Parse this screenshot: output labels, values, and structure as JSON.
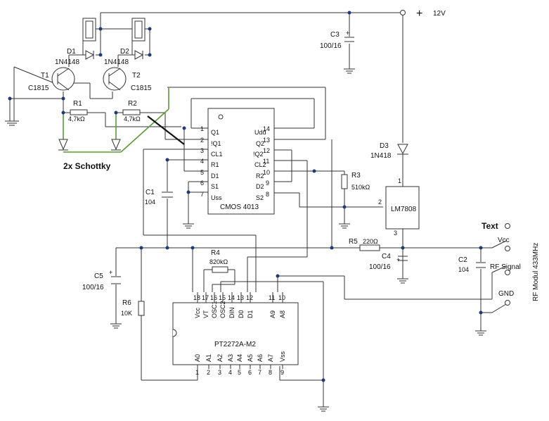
{
  "supply": {
    "plus": "+",
    "label": "12V"
  },
  "components": {
    "d1": {
      "ref": "D1",
      "part": "1N4148"
    },
    "d2": {
      "ref": "D2",
      "part": "1N4148"
    },
    "t1": {
      "ref": "T1",
      "part": "C1815"
    },
    "t2": {
      "ref": "T2",
      "part": "C1815"
    },
    "r1": {
      "ref": "R1",
      "value": "4,7kΩ"
    },
    "r2": {
      "ref": "R2",
      "value": "4,7kΩ"
    },
    "r3": {
      "ref": "R3",
      "value": "510kΩ"
    },
    "r4": {
      "ref": "R4",
      "value": "820kΩ"
    },
    "r5": {
      "ref": "R5",
      "value": "220Ω"
    },
    "r6": {
      "ref": "R6",
      "value": "10K"
    },
    "c1": {
      "ref": "C1",
      "value": "104"
    },
    "c2": {
      "ref": "C2",
      "value": "104"
    },
    "c3": {
      "ref": "C3",
      "value": "100/16"
    },
    "c4": {
      "ref": "C4",
      "value": "100/16"
    },
    "c5": {
      "ref": "C5",
      "value": "100/16"
    },
    "d3": {
      "ref": "D3",
      "part": "1N418"
    },
    "schottky": {
      "label": "2x Schottky"
    }
  },
  "cmos": {
    "name": "CMOS 4013",
    "left_pins": [
      {
        "num": "1",
        "name": "Q1"
      },
      {
        "num": "2",
        "name": "!Q1"
      },
      {
        "num": "3",
        "name": "CL1"
      },
      {
        "num": "4",
        "name": "R1"
      },
      {
        "num": "5",
        "name": "D1"
      },
      {
        "num": "6",
        "name": "S1"
      },
      {
        "num": "7",
        "name": "Uss"
      }
    ],
    "right_pins": [
      {
        "num": "14",
        "name": "Udd"
      },
      {
        "num": "13",
        "name": "Q2"
      },
      {
        "num": "12",
        "name": "!Q2"
      },
      {
        "num": "11",
        "name": "CL2"
      },
      {
        "num": "10",
        "name": "R2"
      },
      {
        "num": "9",
        "name": "D2"
      },
      {
        "num": "8",
        "name": "S2"
      }
    ]
  },
  "regulator": {
    "name": "LM7808",
    "pin_in": "1",
    "pin_gnd": "2",
    "pin_out": "3"
  },
  "decoder": {
    "name": "PT2272A-M2",
    "top_pins": [
      {
        "num": "18",
        "name": "Vcc"
      },
      {
        "num": "17",
        "name": "VT"
      },
      {
        "num": "16",
        "name": "OSC1"
      },
      {
        "num": "15",
        "name": "OSC2"
      },
      {
        "num": "14",
        "name": "DIN"
      },
      {
        "num": "13",
        "name": "D0"
      },
      {
        "num": "12",
        "name": "D1"
      },
      {
        "num": "11",
        "name": "A9"
      },
      {
        "num": "10",
        "name": "A8"
      }
    ],
    "bottom_pins": [
      {
        "num": "1",
        "name": "A0"
      },
      {
        "num": "2",
        "name": "A1"
      },
      {
        "num": "3",
        "name": "A2"
      },
      {
        "num": "4",
        "name": "A3"
      },
      {
        "num": "5",
        "name": "A4"
      },
      {
        "num": "6",
        "name": "A5"
      },
      {
        "num": "7",
        "name": "A6"
      },
      {
        "num": "8",
        "name": "A7"
      },
      {
        "num": "9",
        "name": "Vss"
      }
    ]
  },
  "rf_module": {
    "title": "Text",
    "vcc": "Vcc",
    "signal": "RF Signal",
    "gnd": "GND",
    "name": "RF Modul 433MHz"
  }
}
